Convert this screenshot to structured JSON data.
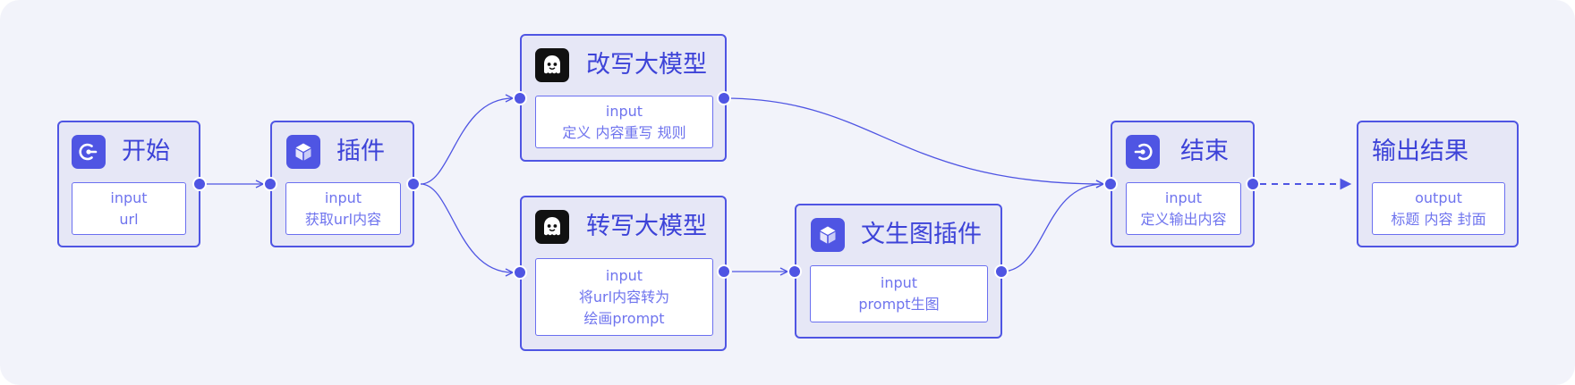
{
  "diagram": {
    "colors": {
      "background": "#f2f3fa",
      "node_fill": "#e6e7f6",
      "accent": "#4f55e3",
      "body_text": "#6f74ee",
      "title_text": "#3d43d8",
      "model_icon_bg": "#111111"
    },
    "nodes": {
      "start": {
        "title": "开始",
        "icon": "start-icon",
        "lines": [
          "input",
          "url"
        ]
      },
      "plugin": {
        "title": "插件",
        "icon": "cube-icon",
        "lines": [
          "input",
          "获取url内容"
        ]
      },
      "rewrite_model": {
        "title": "改写大模型",
        "icon": "ghost-icon",
        "lines": [
          "input",
          "定义 内容重写 规则"
        ]
      },
      "transcribe_model": {
        "title": "转写大模型",
        "icon": "ghost-icon",
        "lines": [
          "input",
          "将url内容转为",
          "绘画prompt"
        ]
      },
      "image_plugin": {
        "title": "文生图插件",
        "icon": "cube-icon",
        "lines": [
          "input",
          "prompt生图"
        ]
      },
      "end": {
        "title": "结束",
        "icon": "end-icon",
        "lines": [
          "input",
          "定义输出内容"
        ]
      },
      "output": {
        "title": "输出结果",
        "lines": [
          "output",
          "标题 内容 封面"
        ]
      }
    },
    "edges": [
      {
        "from": "start",
        "to": "plugin",
        "style": "solid"
      },
      {
        "from": "plugin",
        "to": "rewrite_model",
        "style": "solid"
      },
      {
        "from": "plugin",
        "to": "transcribe_model",
        "style": "solid"
      },
      {
        "from": "rewrite_model",
        "to": "end",
        "style": "solid"
      },
      {
        "from": "transcribe_model",
        "to": "image_plugin",
        "style": "solid"
      },
      {
        "from": "image_plugin",
        "to": "end",
        "style": "solid"
      },
      {
        "from": "end",
        "to": "output",
        "style": "dashed"
      }
    ]
  }
}
